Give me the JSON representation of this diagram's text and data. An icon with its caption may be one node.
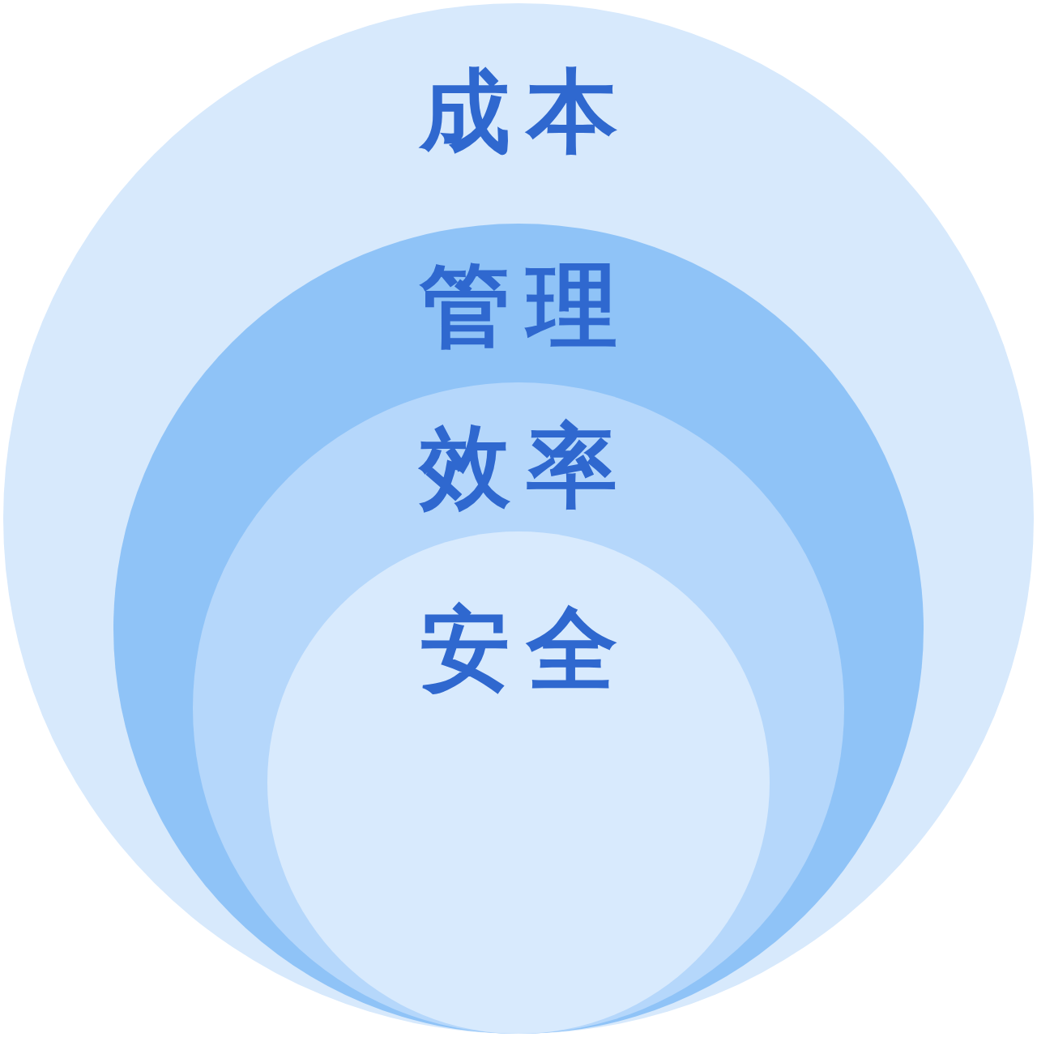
{
  "diagram": {
    "nodes": [
      {
        "text": [
          "成本"
        ]
      },
      {
        "text": [
          "管理"
        ],
        "in": 0
      },
      {
        "text": [
          "效率"
        ],
        "in": 1
      },
      {
        "text": [
          "安全"
        ],
        "in": 2
      }
    ]
  }
}
